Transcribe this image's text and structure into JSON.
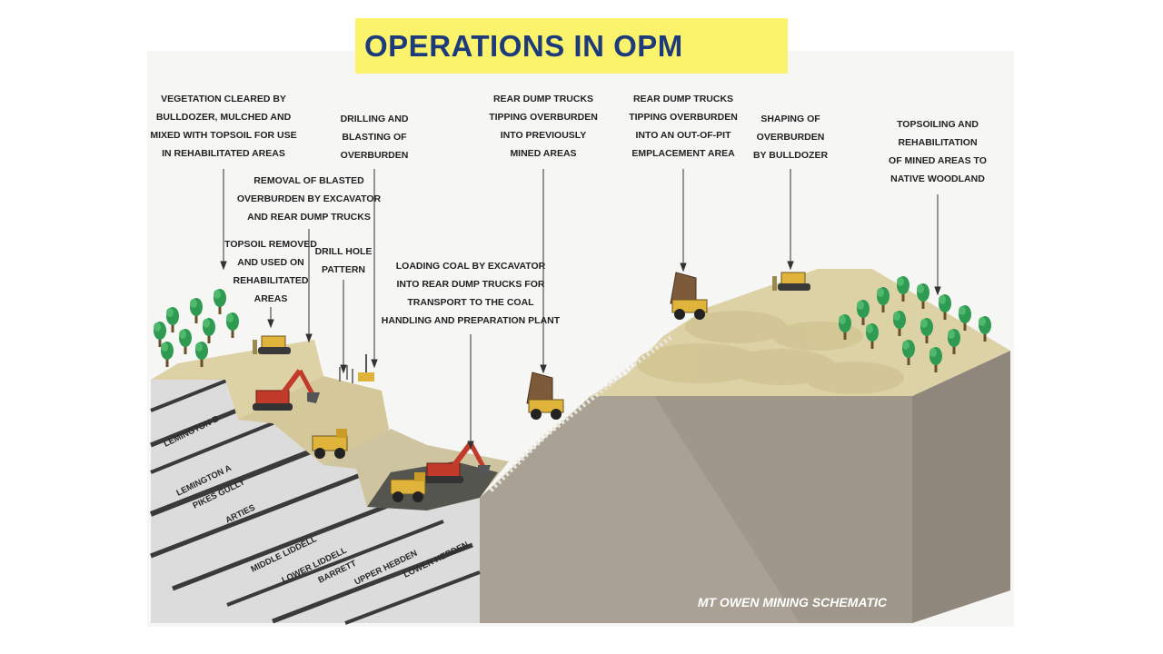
{
  "title": "OPERATIONS IN OPM",
  "colors": {
    "title_bg": "#fbf36b",
    "title_text": "#1d3a7a",
    "overburden": "#ddd1a6",
    "pit_face": "#cfc4a0",
    "rock_block": "#a9a194",
    "rock_side": "#8f877b",
    "strata": "#d9d9d9",
    "coal_seam": "#3a3a3a",
    "tree_green": "#2f9a52",
    "machine_yellow": "#e0b43a",
    "excavator_red": "#c23a2a"
  },
  "callouts": [
    {
      "id": "vegetation",
      "lines": [
        "VEGETATION CLEARED BY",
        "BULLDOZER, MULCHED AND",
        "MIXED WITH TOPSOIL FOR USE",
        "IN REHABILITATED AREAS"
      ]
    },
    {
      "id": "drilling",
      "lines": [
        "DRILLING AND",
        "BLASTING OF",
        "OVERBURDEN"
      ]
    },
    {
      "id": "removal",
      "lines": [
        "REMOVAL OF BLASTED",
        "OVERBURDEN BY EXCAVATOR",
        "AND REAR DUMP TRUCKS"
      ]
    },
    {
      "id": "topsoil",
      "lines": [
        "TOPSOIL REMOVED",
        "AND USED ON",
        "REHABILITATED",
        "AREAS"
      ]
    },
    {
      "id": "drillhole",
      "lines": [
        "DRILL HOLE",
        "PATTERN"
      ]
    },
    {
      "id": "tipping_previous",
      "lines": [
        "REAR DUMP TRUCKS",
        "TIPPING OVERBURDEN",
        "INTO PREVIOUSLY",
        "MINED AREAS"
      ]
    },
    {
      "id": "tipping_outofpit",
      "lines": [
        "REAR DUMP TRUCKS",
        "TIPPING OVERBURDEN",
        "INTO AN OUT-OF-PIT",
        "EMPLACEMENT AREA"
      ]
    },
    {
      "id": "shaping",
      "lines": [
        "SHAPING OF",
        "OVERBURDEN",
        "BY BULLDOZER"
      ]
    },
    {
      "id": "rehab",
      "lines": [
        "TOPSOILING AND",
        "REHABILITATION",
        "OF MINED AREAS TO",
        "NATIVE WOODLAND"
      ]
    },
    {
      "id": "loading",
      "lines": [
        "LOADING COAL BY EXCAVATOR",
        "INTO REAR DUMP TRUCKS FOR",
        "TRANSPORT TO THE COAL",
        "HANDLING AND PREPARATION PLANT"
      ]
    }
  ],
  "seams": [
    "LEMINGTON B",
    "LEMINGTON A",
    "PIKES GULLY",
    "ARTIES",
    "MIDDLE LIDDELL",
    "LOWER LIDDELL",
    "BARRETT",
    "UPPER HEBDEN",
    "LOWER HEBDEN"
  ],
  "schematic_label": "MT OWEN MINING SCHEMATIC",
  "icons": [
    "tree-icon",
    "bulldozer-icon",
    "excavator-icon",
    "dump-truck-icon",
    "drill-rig-icon"
  ]
}
